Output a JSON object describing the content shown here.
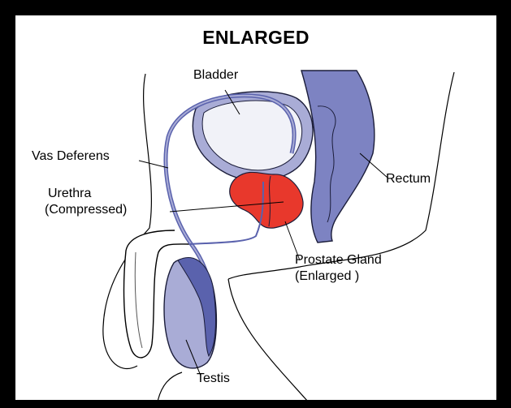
{
  "title": "ENLARGED",
  "labels": {
    "bladder": "Bladder",
    "vas_deferens": "Vas Deferens",
    "urethra_line1": "Urethra",
    "urethra_line2": "(Compressed)",
    "rectum": "Rectum",
    "prostate_line1": "Prostate Gland",
    "prostate_line2": "(Enlarged )",
    "testis": "Testis"
  },
  "colors": {
    "organ_light": "#a9acd6",
    "organ_mid": "#7d83c2",
    "organ_dark": "#5a62ad",
    "bladder_fill": "#f1f2f8",
    "prostate": "#e8382c",
    "outline": "#1b1d3a"
  }
}
